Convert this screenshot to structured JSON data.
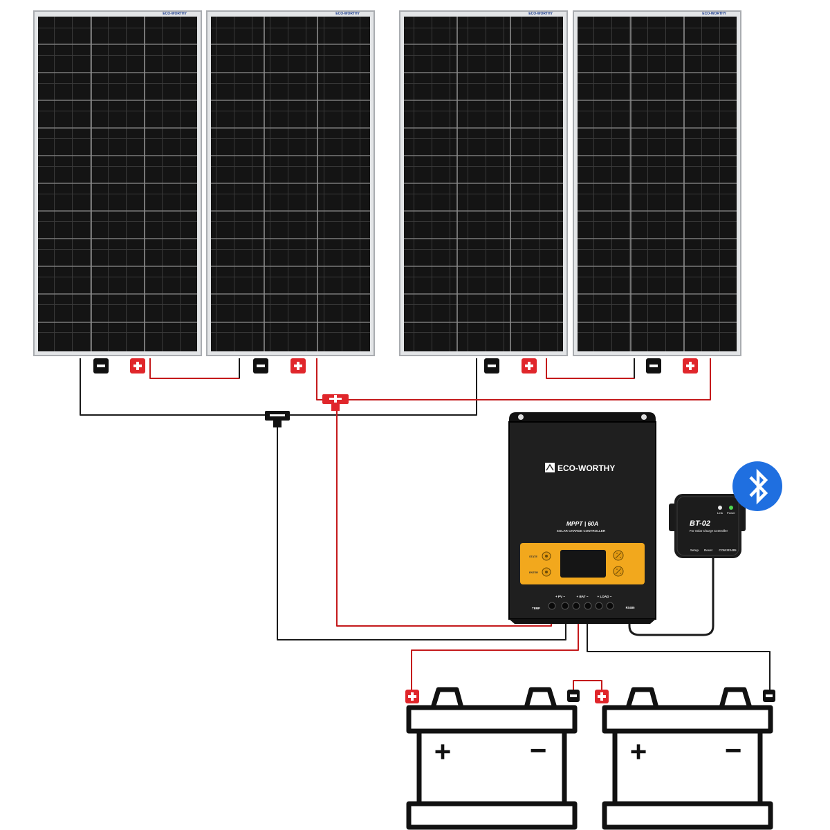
{
  "colors": {
    "background": "#ffffff",
    "panel_frame": "#d4d6d8",
    "panel_cell": "#121212",
    "panel_grid": "#3a3a3a",
    "wire_negative": "#1a1a1a",
    "wire_positive": "#b81414",
    "terminal_positive": "#e0262b",
    "terminal_negative": "#111111",
    "controller_body": "#1e1e1e",
    "controller_face": "#f2a81d",
    "bluetooth_badge": "#1f6fe0",
    "battery_outline": "#111111"
  },
  "solar_panels": {
    "count": 4,
    "brand_mark": "ECO-WORTHY"
  },
  "controller": {
    "brand": "ECO-WORTHY",
    "model_line": "MPPT | 60A",
    "subtitle": "SOLAR CHARGE CONTROLLER",
    "button_state": "STATE",
    "button_enter": "ENTER",
    "port_pv": "+ PV −",
    "port_bat": "+ BAT −",
    "port_load": "+ LOAD −",
    "port_temp": "TEMP",
    "port_rs485": "RS485"
  },
  "bt_module": {
    "name": "BT-02",
    "subtitle": "For Solar Charge Controller",
    "led_link": "Link",
    "led_power": "Power",
    "label_setup": "Setup",
    "label_reset": "Reset",
    "label_com": "COM:RS485",
    "icon": "bluetooth-icon"
  },
  "batteries": {
    "count": 2,
    "symbol_plus": "+",
    "symbol_minus": "−"
  },
  "icons": {
    "terminal_positive": "plus-terminal-icon",
    "terminal_negative": "minus-terminal-icon",
    "branch_connector": "y-branch-connector-icon"
  }
}
